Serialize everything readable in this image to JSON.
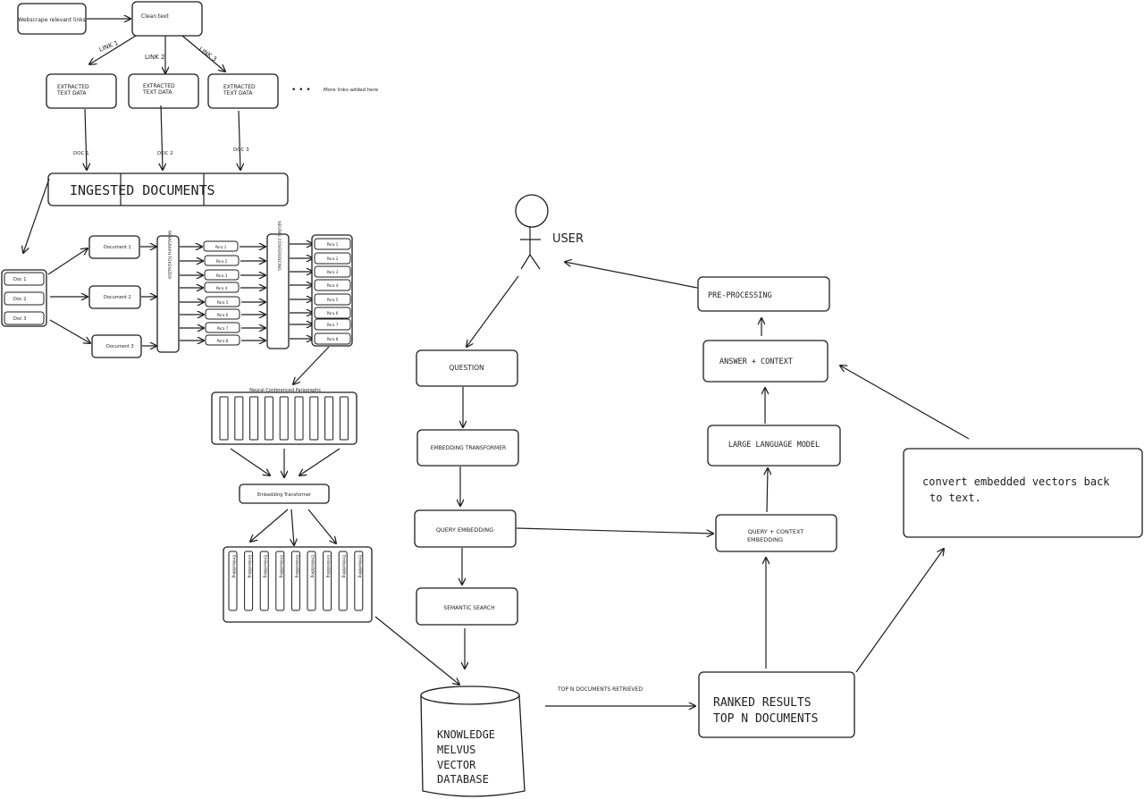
{
  "colors": {
    "ink": "#1e1e1e",
    "background": "#ffffff"
  },
  "top": {
    "webscrape": "Webscrape relevant links",
    "clean_text": "Clean text",
    "link1": "LINK 1",
    "link2": "LINK 2",
    "link3": "LINK 3",
    "extracted_line1": "EXTRACTED",
    "extracted_line2": "TEXT DATA",
    "ellipsis": "• • •",
    "more_links": "More links added here",
    "doc1": "DOC 1",
    "doc2": "DOC 2",
    "doc3": "DOC 3",
    "ingested": "INGESTED DOCUMENTS"
  },
  "left": {
    "docs": [
      "Doc 1",
      "Doc 2",
      "Doc 3"
    ],
    "documents": [
      "Document 1",
      "Document 2",
      "Document 3"
    ],
    "para_tokenizer": "PARAGRAPH TOKENIZER",
    "paras": [
      "Para 1",
      "Para 2",
      "Para 3",
      "Para 4",
      "Para 5",
      "Para 6",
      "Para 7",
      "Para 8"
    ],
    "neural": "NEURAL CONFERENCING",
    "paras_right": [
      "Para 1",
      "Para 2",
      "Para 3",
      "Para 4",
      "Para 5",
      "Para 6",
      "Para 7",
      "Para 8"
    ],
    "ncp_label": "Neural Conferenced Paragraphs",
    "embedding_transformer": "Embedding Transformer",
    "embedding": "Embedding"
  },
  "center": {
    "user": "USER",
    "question": "QUESTION",
    "embed_transformer": "EMBEDDING TRANSFORMER",
    "query_embedding": "QUERY EMBEDDING",
    "semantic_search": "SEMANTIC SEARCH",
    "db_lines": [
      "KNOWLEDGE",
      "MELVUS",
      "VECTOR",
      "DATABASE"
    ],
    "top_n_retrieved": "TOP N DOCUMENTS RETRIEVED"
  },
  "right": {
    "preprocessing": "PRE-PROCESSING",
    "answer_context": "ANSWER + CONTEXT",
    "llm": "LARGE LANGUAGE MODEL",
    "qc_line1": "QUERY + CONTEXT",
    "qc_line2": "EMBEDDING",
    "ranked_line1": "RANKED RESULTS",
    "ranked_line2": "TOP N DOCUMENTS",
    "convert_line1": "convert embedded vectors back",
    "convert_line2": "to text."
  }
}
